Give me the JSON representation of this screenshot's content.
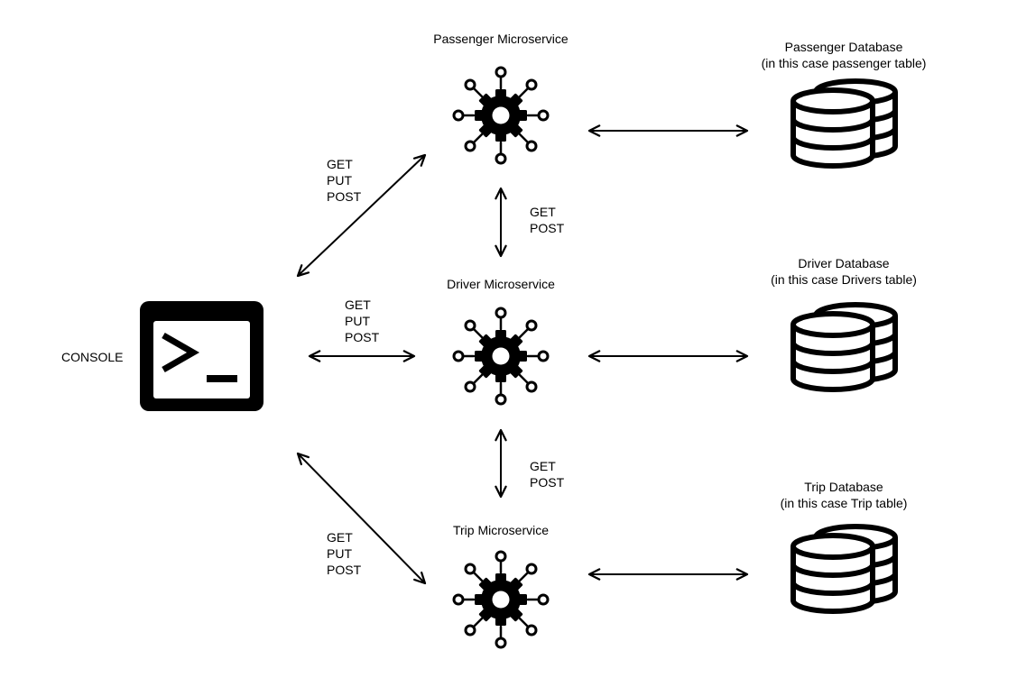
{
  "console": {
    "label": "CONSOLE"
  },
  "services": {
    "passenger": {
      "title": "Passenger Microservice"
    },
    "driver": {
      "title": "Driver Microservice"
    },
    "trip": {
      "title": "Trip Microservice"
    }
  },
  "databases": {
    "passenger": {
      "title": "Passenger Database",
      "subtitle": "(in this case passenger table)"
    },
    "driver": {
      "title": "Driver Database",
      "subtitle": "(in this case Drivers table)"
    },
    "trip": {
      "title": "Trip Database",
      "subtitle": "(in this case Trip table)"
    }
  },
  "edges": {
    "console_passenger": [
      "GET",
      "PUT",
      "POST"
    ],
    "console_driver": [
      "GET",
      "PUT",
      "POST"
    ],
    "console_trip": [
      "GET",
      "PUT",
      "POST"
    ],
    "passenger_driver": [
      "GET",
      "POST"
    ],
    "driver_trip": [
      "GET",
      "POST"
    ]
  },
  "icons": {
    "console": "terminal-icon",
    "service": "microservice-gear-icon",
    "database": "database-icon"
  },
  "colors": {
    "stroke": "#000000",
    "background": "#ffffff"
  }
}
